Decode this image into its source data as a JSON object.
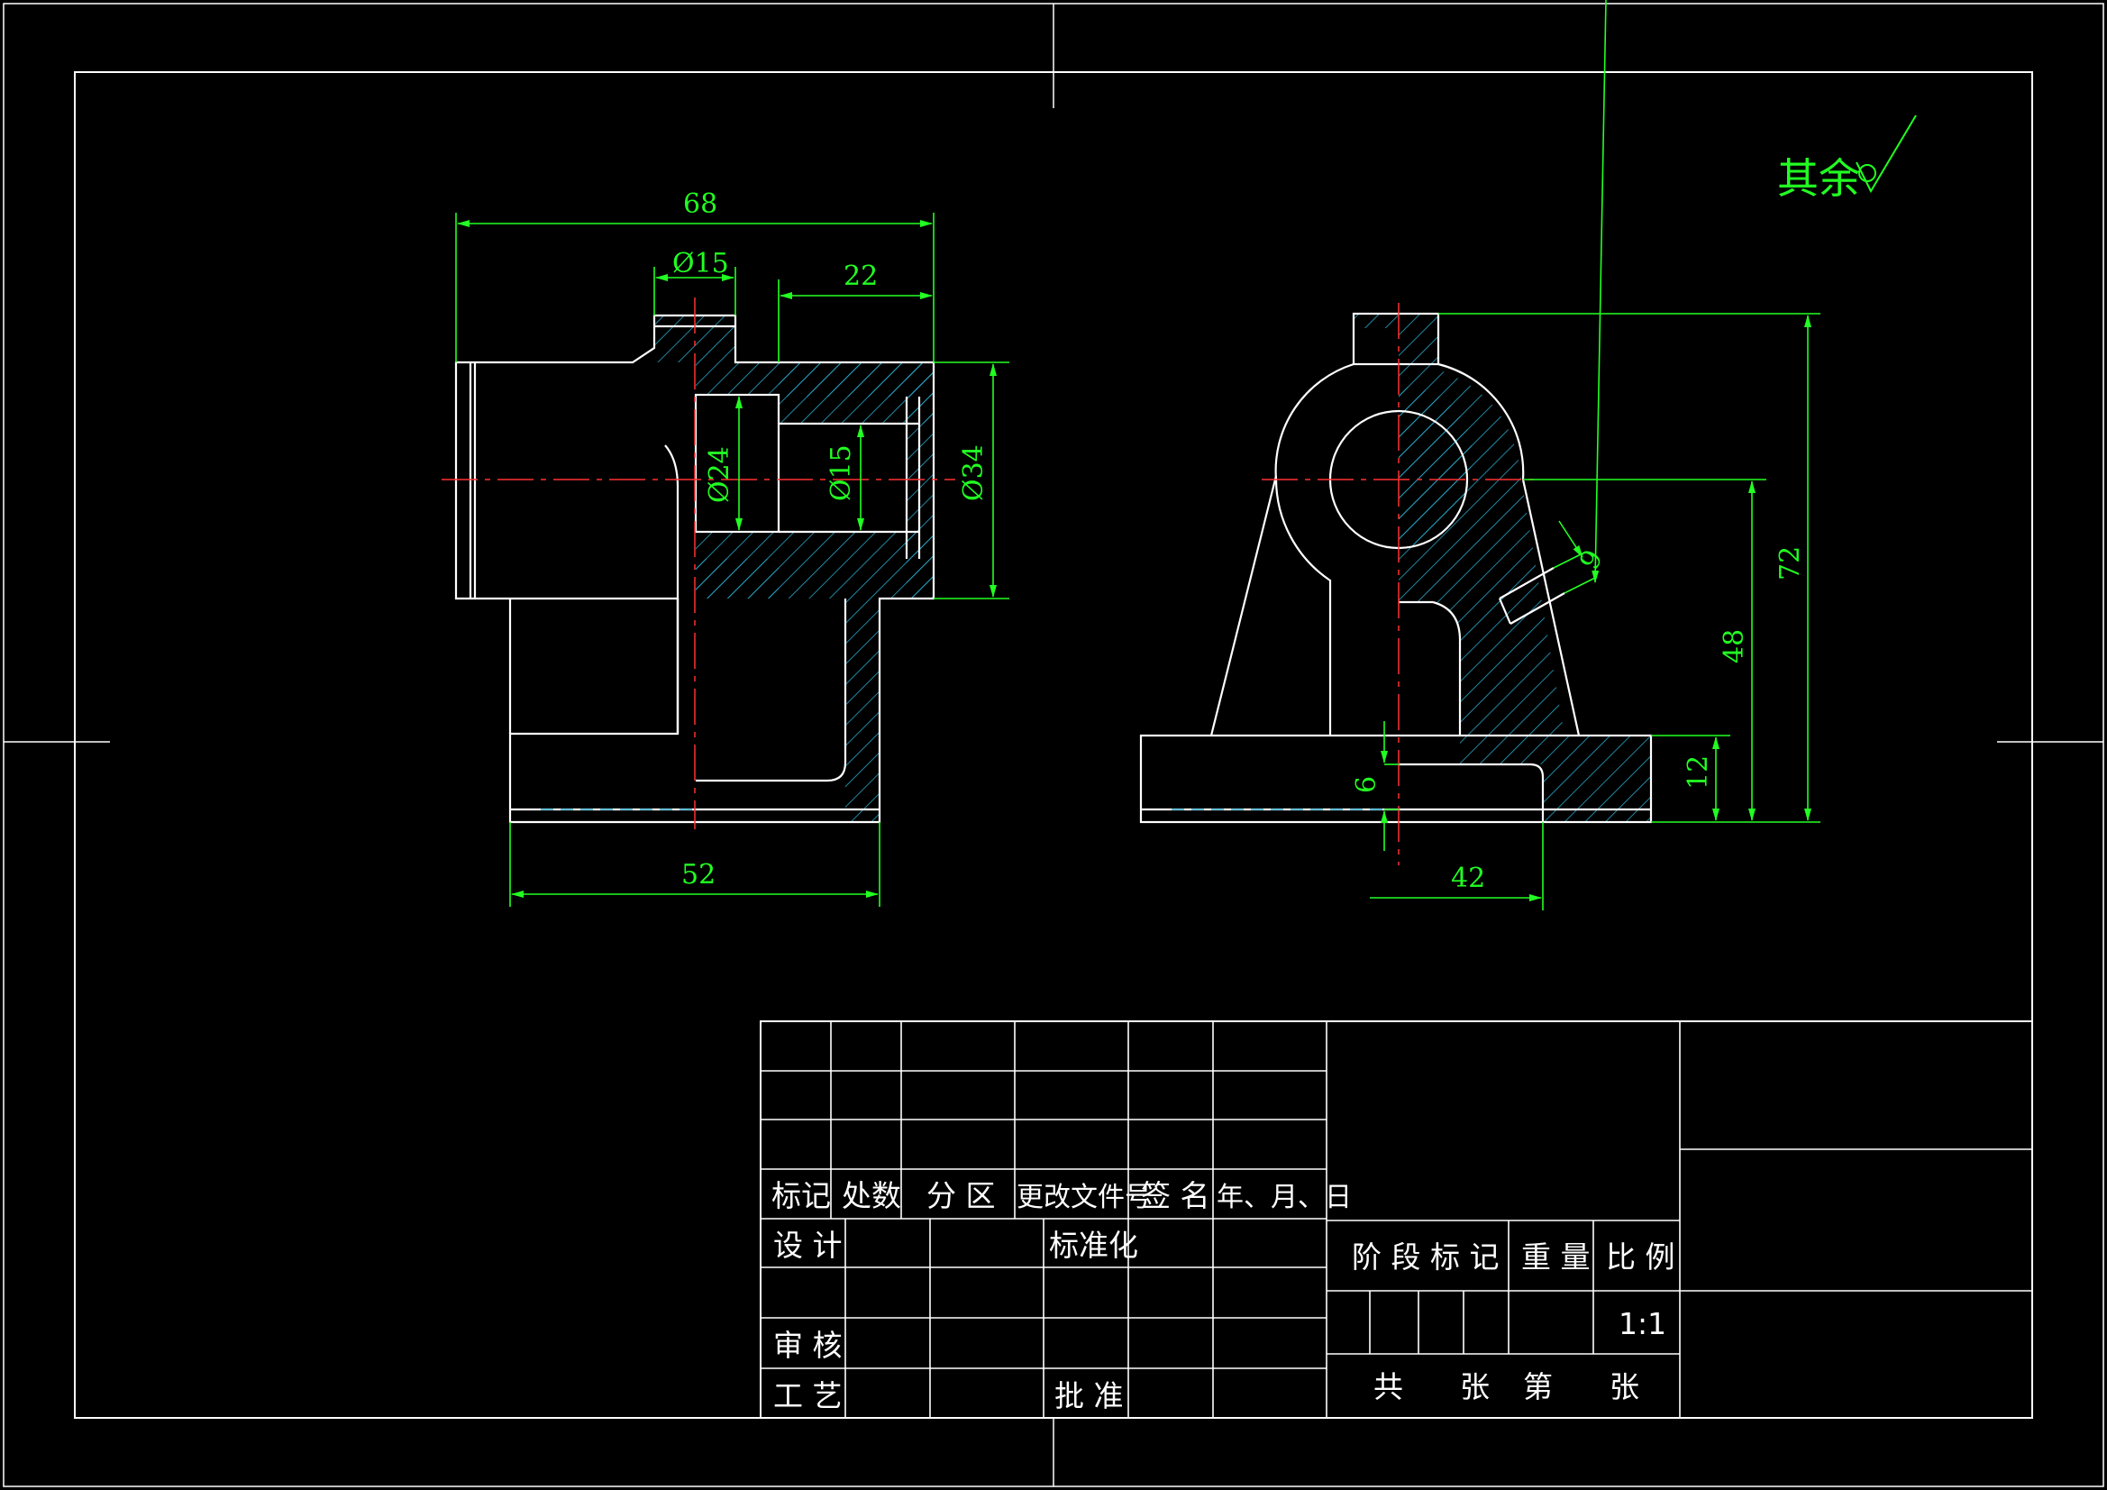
{
  "colors": {
    "background": "#000000",
    "outline": "#ffffff",
    "dimension": "#22ff22",
    "centerline": "#ff3030",
    "hatch": "#2aa7c9"
  },
  "surface_note": {
    "text": "其余"
  },
  "front_view": {
    "dims": {
      "total_length": "68",
      "boss_dia": "Ø15",
      "step_length": "22",
      "bore_dia": "Ø24",
      "through_dia": "Ø15",
      "outer_dia": "Ø34",
      "base_length": "52"
    }
  },
  "side_view": {
    "dims": {
      "hole_dia": "9",
      "total_height": "72",
      "center_height": "48",
      "base_height": "12",
      "web_offset": "6",
      "half_width": "42"
    }
  },
  "title_block": {
    "rev_headers": [
      "标记",
      "处数",
      "分 区",
      "更改文件号",
      "签 名",
      "年、月、日"
    ],
    "design": "设 计",
    "standardize": "标准化",
    "review": "审 核",
    "process": "工 艺",
    "approve": "批 准",
    "stage_mark": "阶 段 标 记",
    "weight": "重 量",
    "scale_label": "比 例",
    "scale_value": "1:1",
    "sheet_total": "共",
    "sheet_unit1": "张",
    "sheet_no": "第",
    "sheet_unit2": "张"
  }
}
